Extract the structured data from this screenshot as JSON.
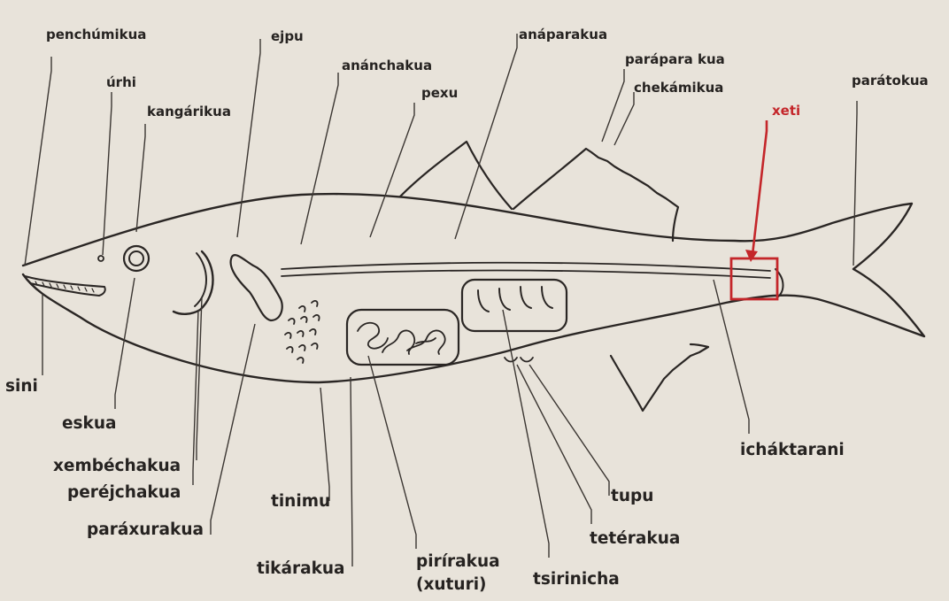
{
  "labels": {
    "penchumikua": "penchúmikua",
    "urhi": "úrhi",
    "kangarikua": "kangárikua",
    "ejpu": "ejpu",
    "anachakua": "anánchakua",
    "pexu": "pexu",
    "anaparakua": "anáparakua",
    "paraparakua": "parápara kua",
    "chekamikua": "chekámikua",
    "xeti": "xeti",
    "paratokua": "parátokua",
    "sini": "sini",
    "eskua": "eskua",
    "xembechakua": "xembéchakua",
    "perejchakua": "peréjchakua",
    "paraxurakua": "paráxurakua",
    "tinimu": "tinimu",
    "tikarakua": "tikárakua",
    "pirirakua": "pirírakua",
    "xuturi": "(xuturi)",
    "tsirinicha": "tsirinicha",
    "teterakua": "tetérakua",
    "tupu": "tupu",
    "ichaktarani": "icháktarani"
  },
  "highlight": {
    "label_key": "xeti",
    "color": "#c4262a"
  }
}
